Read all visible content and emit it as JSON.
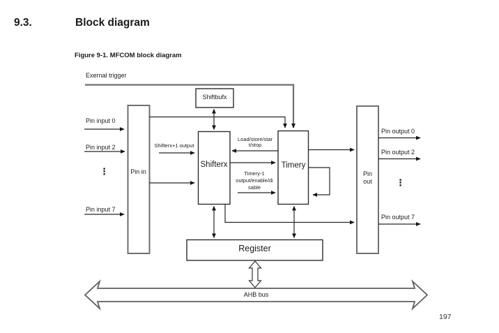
{
  "page": {
    "section_number": "9.3.",
    "section_title": "Block diagram",
    "figure_caption": "Figure 9-1. MFCOM block diagram",
    "page_number": "197"
  },
  "diagram": {
    "external_trigger": "Exernal trigger",
    "blocks": {
      "shiftbufx": "Shiftbufx",
      "pin_in": "Pin in",
      "shifterx": "Shifterx",
      "timery": "Timery",
      "pin_out": "Pin\nout",
      "register": "Register"
    },
    "pin_inputs": [
      "Pin input 0",
      "Pin input 2",
      "Pin input 7"
    ],
    "pin_outputs": [
      "Pin output 0",
      "Pin output 2",
      "Pin output 7"
    ],
    "ellipsis": "⋮",
    "signal_labels": {
      "shifterx_plus_1_output": "Shifterx+1 output",
      "load_store_start_stop": "Load/store/star\nt/stop",
      "timery_minus_1_output": "Timery-1\noutput/enable/di\nsable"
    },
    "bus_label": "AHB bus",
    "colors": {
      "line_dark": "#262626",
      "line_gray": "#6f6f6f",
      "text": "#1a1a1a",
      "background": "#ffffff"
    }
  }
}
